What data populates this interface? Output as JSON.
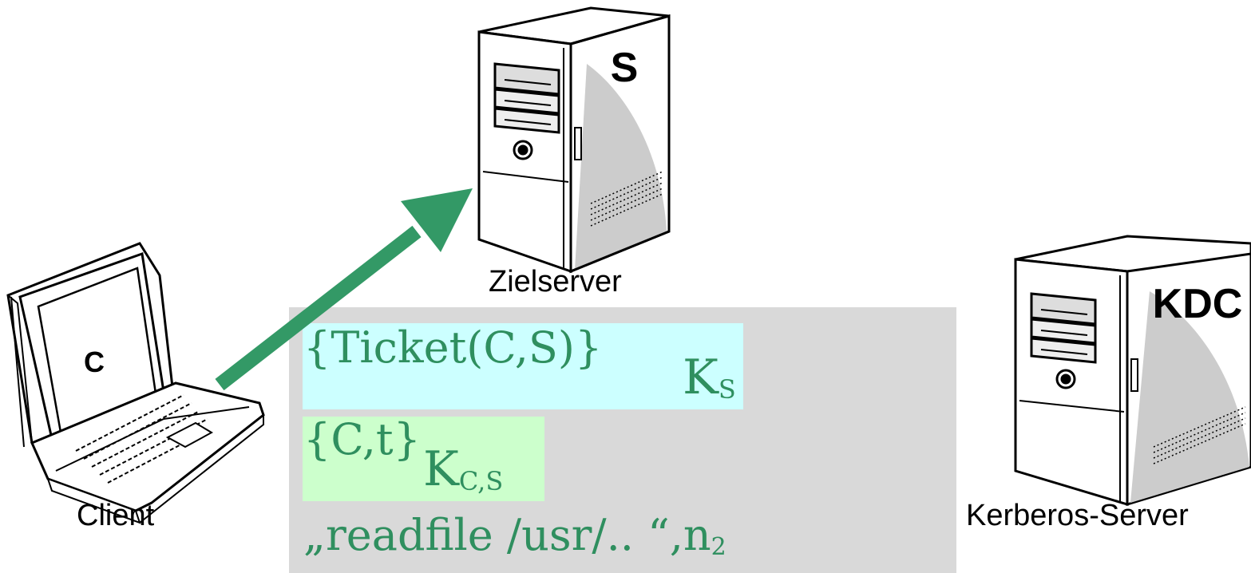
{
  "server_s": {
    "letter": "S",
    "caption": "Zielserver"
  },
  "client": {
    "letter": "C",
    "caption": "Client"
  },
  "kdc": {
    "letter": "KDC",
    "caption": "Kerberos-Server"
  },
  "message": {
    "ticket": {
      "text": "{Ticket(C,S)}",
      "key": "K",
      "key_sub": "S"
    },
    "authenticator": {
      "text": "{C,t}",
      "key": "K",
      "key_sub": "C,S"
    },
    "request": {
      "text": "„readfile /usr/.. “,n",
      "sub": "2"
    }
  },
  "colors": {
    "arrow": "#339966",
    "ticket_bg": "#ccffff",
    "auth_bg": "#ccffcc",
    "box_bg": "#d9d9d9",
    "text": "#2f8f5f"
  }
}
